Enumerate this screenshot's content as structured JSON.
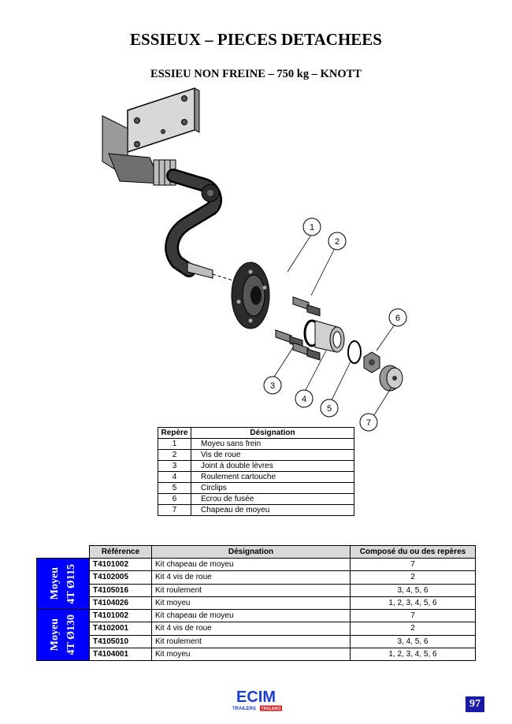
{
  "page": {
    "title": "ESSIEUX – PIECES DETACHEES",
    "subtitle": "ESSIEU NON FREINE – 750 kg – KNOTT",
    "page_number": "97"
  },
  "diagram": {
    "callouts": [
      "1",
      "2",
      "3",
      "4",
      "5",
      "6",
      "7"
    ]
  },
  "parts_table": {
    "headers": {
      "num": "Repère",
      "desc": "Désignation"
    },
    "rows": [
      {
        "num": "1",
        "desc": "Moyeu sans frein"
      },
      {
        "num": "2",
        "desc": "Vis de roue"
      },
      {
        "num": "3",
        "desc": "Joint à double lèvres"
      },
      {
        "num": "4",
        "desc": "Roulement cartouche"
      },
      {
        "num": "5",
        "desc": "Circlips"
      },
      {
        "num": "6",
        "desc": "Ecrou de fusée"
      },
      {
        "num": "7",
        "desc": "Chapeau de moyeu"
      }
    ]
  },
  "ref_table": {
    "headers": {
      "ref": "Référence",
      "desc": "Désignation",
      "comp": "Composé du ou des repères"
    },
    "groups": [
      {
        "label_line1": "Moyeu",
        "label_line2": "4T Ø115",
        "rows": [
          {
            "ref": "T4101002",
            "desc": "Kit chapeau de moyeu",
            "comp": "7"
          },
          {
            "ref": "T4102005",
            "desc": "Kit 4 vis de roue",
            "comp": "2"
          },
          {
            "ref": "T4105016",
            "desc": "Kit roulement",
            "comp": "3, 4, 5, 6"
          },
          {
            "ref": "T4104026",
            "desc": "Kit moyeu",
            "comp": "1, 2, 3, 4, 5, 6"
          }
        ]
      },
      {
        "label_line1": "Moyeu",
        "label_line2": "4T Ø130",
        "rows": [
          {
            "ref": "T4101002",
            "desc": "Kit chapeau de moyeu",
            "comp": "7"
          },
          {
            "ref": "T4102001",
            "desc": "Kit 4 vis de roue",
            "comp": "2"
          },
          {
            "ref": "T4105010",
            "desc": "Kit roulement",
            "comp": "3, 4, 5, 6"
          },
          {
            "ref": "T4104001",
            "desc": "Kit moyeu",
            "comp": "1, 2, 3, 4, 5, 6"
          }
        ]
      }
    ]
  },
  "logo": {
    "brand": "ECIM",
    "sub": "TRAILERS",
    "badge": "TRIGANO",
    "colors": {
      "brand": "#1a3fd0",
      "badge": "#d81e1e"
    }
  }
}
